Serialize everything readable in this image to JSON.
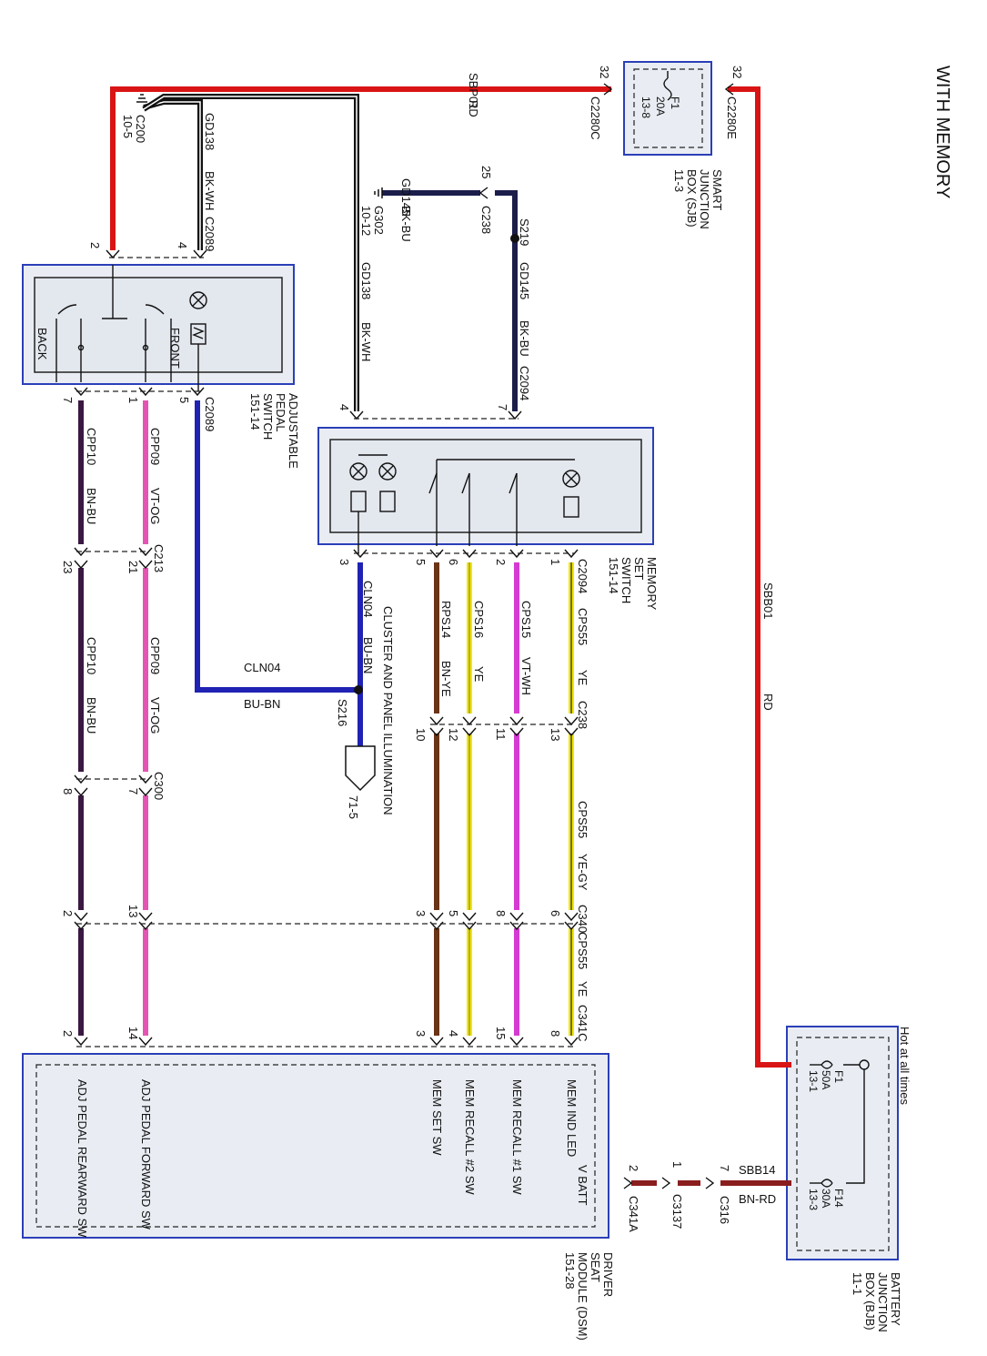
{
  "title": "WITH MEMORY",
  "hot_note": "Hot at all times",
  "modules": {
    "sjb": {
      "lines": [
        "SMART",
        "JUNCTION",
        "BOX (SJB)",
        "11-3"
      ],
      "fuse": {
        "name": "F1",
        "rating": "20A",
        "ref": "13-8"
      }
    },
    "bjb": {
      "lines": [
        "BATTERY",
        "JUNCTION",
        "BOX (BJB)",
        "11-1"
      ],
      "fuse_a": {
        "name": "F1",
        "rating": "50A",
        "ref": "13-1"
      },
      "fuse_b": {
        "name": "F14",
        "rating": "30A",
        "ref": "13-3"
      }
    },
    "pedal": {
      "lines": [
        "ADJUSTABLE",
        "PEDAL",
        "SWITCH",
        "151-14"
      ],
      "front": "FRONT",
      "back": "BACK"
    },
    "memsw": {
      "lines": [
        "MEMORY",
        "SET",
        "SWITCH",
        "151-14"
      ]
    },
    "dsm": {
      "lines": [
        "DRIVER",
        "SEAT",
        "MODULE (DSM)",
        "151-28"
      ],
      "pins": [
        "V BATT",
        "MEM IND LED",
        "MEM RECALL #1 SW",
        "MEM RECALL #2 SW",
        "MEM SET SW",
        "ADJ PEDAL FORWARD SW",
        "ADJ PEDAL REARWARD SW"
      ]
    }
  },
  "circuits": {
    "sbp01": {
      "name": "SBP01",
      "color": "RD"
    },
    "sbb01": {
      "name": "SBB01",
      "color": "RD"
    },
    "sbb14": {
      "name": "SBB14",
      "color": "BN-RD"
    },
    "gd138": {
      "name": "GD138",
      "color": "BK-WH"
    },
    "gd145": {
      "name": "GD145",
      "color": "BK-BU"
    },
    "cln04": {
      "name": "CLN04",
      "color": "BU-BN"
    },
    "cps55": {
      "name": "CPS55",
      "color": "YE",
      "color_b": "YE-GY"
    },
    "cps15": {
      "name": "CPS15",
      "color": "VT-WH"
    },
    "cps16": {
      "name": "CPS16",
      "color": "YE"
    },
    "rps14": {
      "name": "RPS14",
      "color": "BN-YE"
    },
    "cpp09": {
      "name": "CPP09",
      "color": "VT-OG"
    },
    "cpp10": {
      "name": "CPP10",
      "color": "BN-BU"
    }
  },
  "connectors": {
    "c2280c": "C2280C",
    "c2280e": "C2280E",
    "c200": "C200",
    "c200_ref": "10-5",
    "c2089": "C2089",
    "c2094": "C2094",
    "c238": "C238",
    "c213": "C213",
    "c300": "C300",
    "c340": "C340",
    "c341c": "C341C",
    "c341a": "C341A",
    "c3137": "C3137",
    "c316": "C316"
  },
  "grounds": {
    "g302": "G302",
    "g302_ref": "10-12"
  },
  "splices": {
    "s219": "S219",
    "s216": "S216"
  },
  "illum": {
    "label": "CLUSTER AND PANEL ILLUMINATION",
    "ref": "71-5"
  },
  "pins": {
    "p32": "32",
    "p2": "2",
    "p4": "4",
    "p25": "25",
    "p7": "7",
    "p1": "1",
    "p5": "5",
    "p3": "3",
    "p6": "6",
    "p23": "23",
    "p21": "21",
    "p8": "8",
    "p13": "13",
    "p12": "12",
    "p11": "11",
    "p10": "10",
    "p15": "15",
    "p14": "14"
  }
}
